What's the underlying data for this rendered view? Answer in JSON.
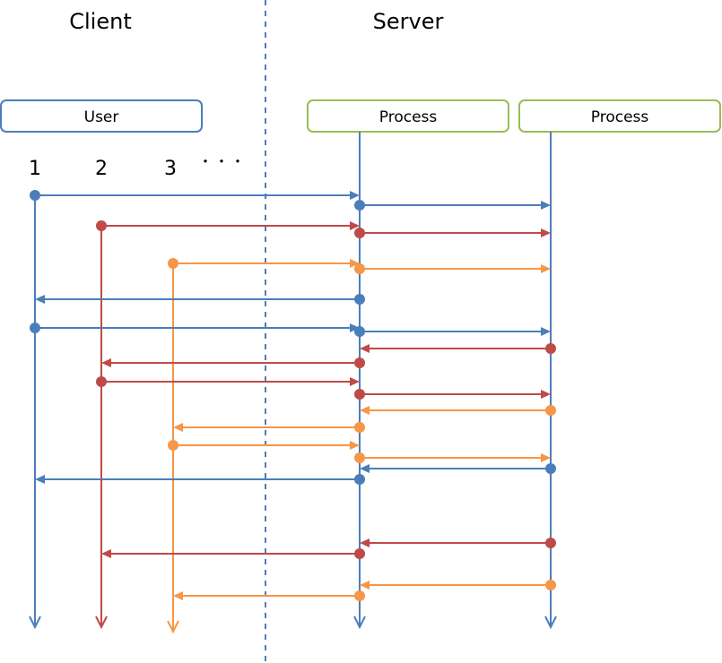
{
  "header": {
    "client_label": "Client",
    "server_label": "Server"
  },
  "boxes": {
    "user_label": "User",
    "process_1_label": "Process",
    "process_2_label": "Process"
  },
  "request_numbers": {
    "first": "1",
    "second": "2",
    "third": "3",
    "ellipsis": "・・・"
  },
  "colors": {
    "blue": "#4a7ebb",
    "red": "#be4b48",
    "orange": "#f79646",
    "user_box_border": "#4a7ebb",
    "process_box_border": "#9bbb59",
    "divider": "#4a7ebb",
    "text": "#000000"
  },
  "lifelines": [
    {
      "name": "lifeline-request-1",
      "color": "blue"
    },
    {
      "name": "lifeline-request-2",
      "color": "red"
    },
    {
      "name": "lifeline-request-3",
      "color": "orange"
    },
    {
      "name": "lifeline-process-1",
      "color": "blue"
    },
    {
      "name": "lifeline-process-2",
      "color": "blue"
    }
  ],
  "messages": [
    {
      "from": "lifeline-request-1",
      "to": "lifeline-process-1",
      "color": "blue"
    },
    {
      "from": "lifeline-process-1",
      "to": "lifeline-process-2",
      "color": "blue"
    },
    {
      "from": "lifeline-request-2",
      "to": "lifeline-process-1",
      "color": "red"
    },
    {
      "from": "lifeline-process-1",
      "to": "lifeline-process-2",
      "color": "red"
    },
    {
      "from": "lifeline-request-3",
      "to": "lifeline-process-1",
      "color": "orange"
    },
    {
      "from": "lifeline-process-1",
      "to": "lifeline-process-2",
      "color": "orange"
    },
    {
      "from": "lifeline-process-1",
      "to": "lifeline-request-1",
      "color": "blue"
    },
    {
      "from": "lifeline-request-1",
      "to": "lifeline-process-1",
      "color": "blue"
    },
    {
      "from": "lifeline-process-1",
      "to": "lifeline-process-2",
      "color": "blue"
    },
    {
      "from": "lifeline-process-2",
      "to": "lifeline-process-1",
      "color": "red"
    },
    {
      "from": "lifeline-process-1",
      "to": "lifeline-request-2",
      "color": "red"
    },
    {
      "from": "lifeline-request-2",
      "to": "lifeline-process-1",
      "color": "red"
    },
    {
      "from": "lifeline-process-1",
      "to": "lifeline-process-2",
      "color": "red"
    },
    {
      "from": "lifeline-process-2",
      "to": "lifeline-process-1",
      "color": "orange"
    },
    {
      "from": "lifeline-process-1",
      "to": "lifeline-request-3",
      "color": "orange"
    },
    {
      "from": "lifeline-request-3",
      "to": "lifeline-process-1",
      "color": "orange"
    },
    {
      "from": "lifeline-process-1",
      "to": "lifeline-process-2",
      "color": "orange"
    },
    {
      "from": "lifeline-process-2",
      "to": "lifeline-process-1",
      "color": "blue"
    },
    {
      "from": "lifeline-process-1",
      "to": "lifeline-request-1",
      "color": "blue"
    },
    {
      "from": "lifeline-process-2",
      "to": "lifeline-process-1",
      "color": "red"
    },
    {
      "from": "lifeline-process-1",
      "to": "lifeline-request-2",
      "color": "red"
    },
    {
      "from": "lifeline-process-2",
      "to": "lifeline-process-1",
      "color": "orange"
    },
    {
      "from": "lifeline-process-1",
      "to": "lifeline-request-3",
      "color": "orange"
    }
  ]
}
